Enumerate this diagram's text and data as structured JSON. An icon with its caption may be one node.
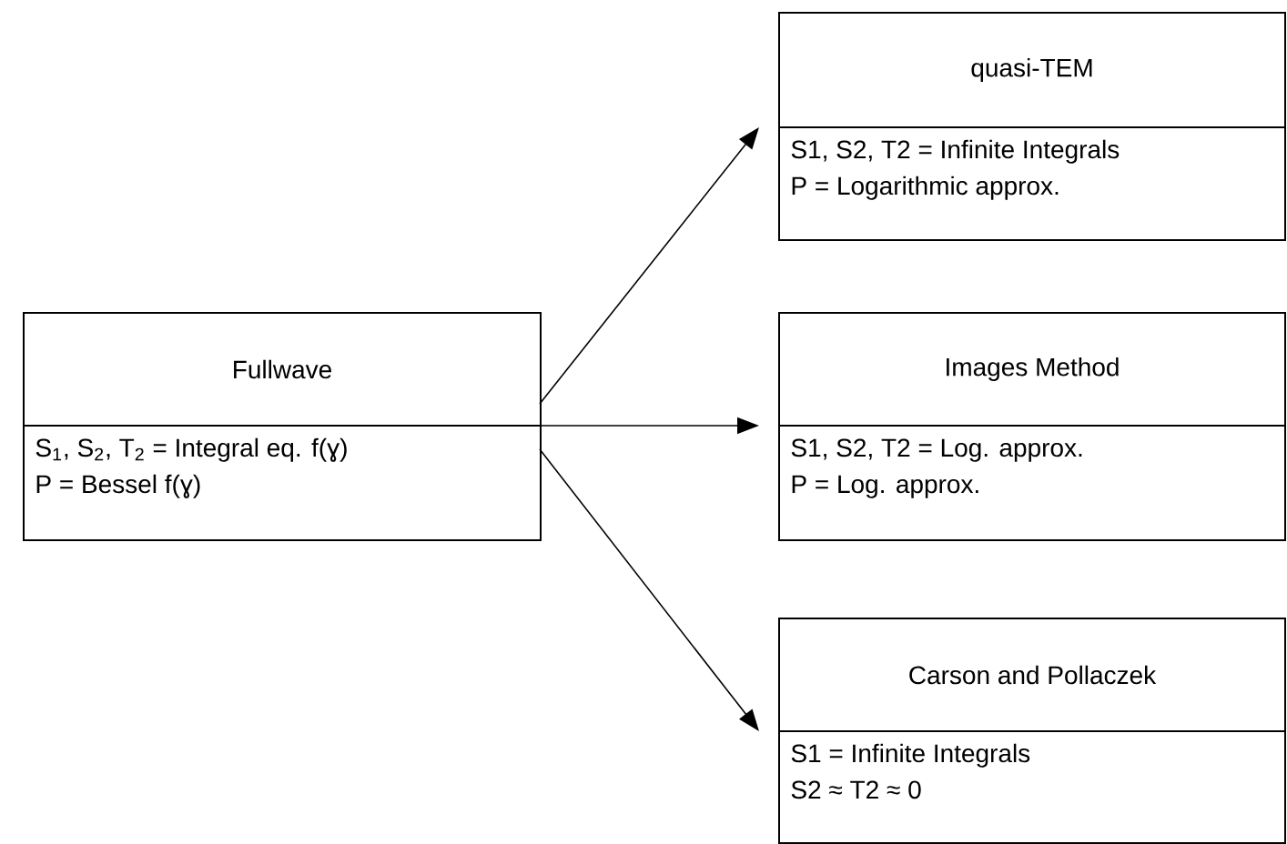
{
  "diagram": {
    "nodes": [
      {
        "text": [
          "Fullwave",
          "S$_{1}$, S$_{2}$, T$_{2}$ = Integral eq. f(ɣ)",
          "P = Bessel  f(ɣ)"
        ]
      },
      {
        "text": [
          "quasi-TEM",
          "S1, S2, T2 = Infinite Integrals",
          "P = Logarithmic approx."
        ]
      },
      {
        "text": [
          "Images Method",
          "S1, S2, T2 = Log. approx.",
          "P = Log. approx."
        ]
      },
      {
        "text": [
          "Carson and Pollaczek",
          "S1 = Infinite Integrals",
          "S2 ≈ T2 ≈ 0"
        ]
      }
    ],
    "edges": [
      {
        "from": 0,
        "to": 1,
        "arrow": "to"
      },
      {
        "from": 0,
        "to": 2,
        "arrow": "to"
      },
      {
        "from": 0,
        "to": 3,
        "arrow": "to"
      }
    ]
  }
}
